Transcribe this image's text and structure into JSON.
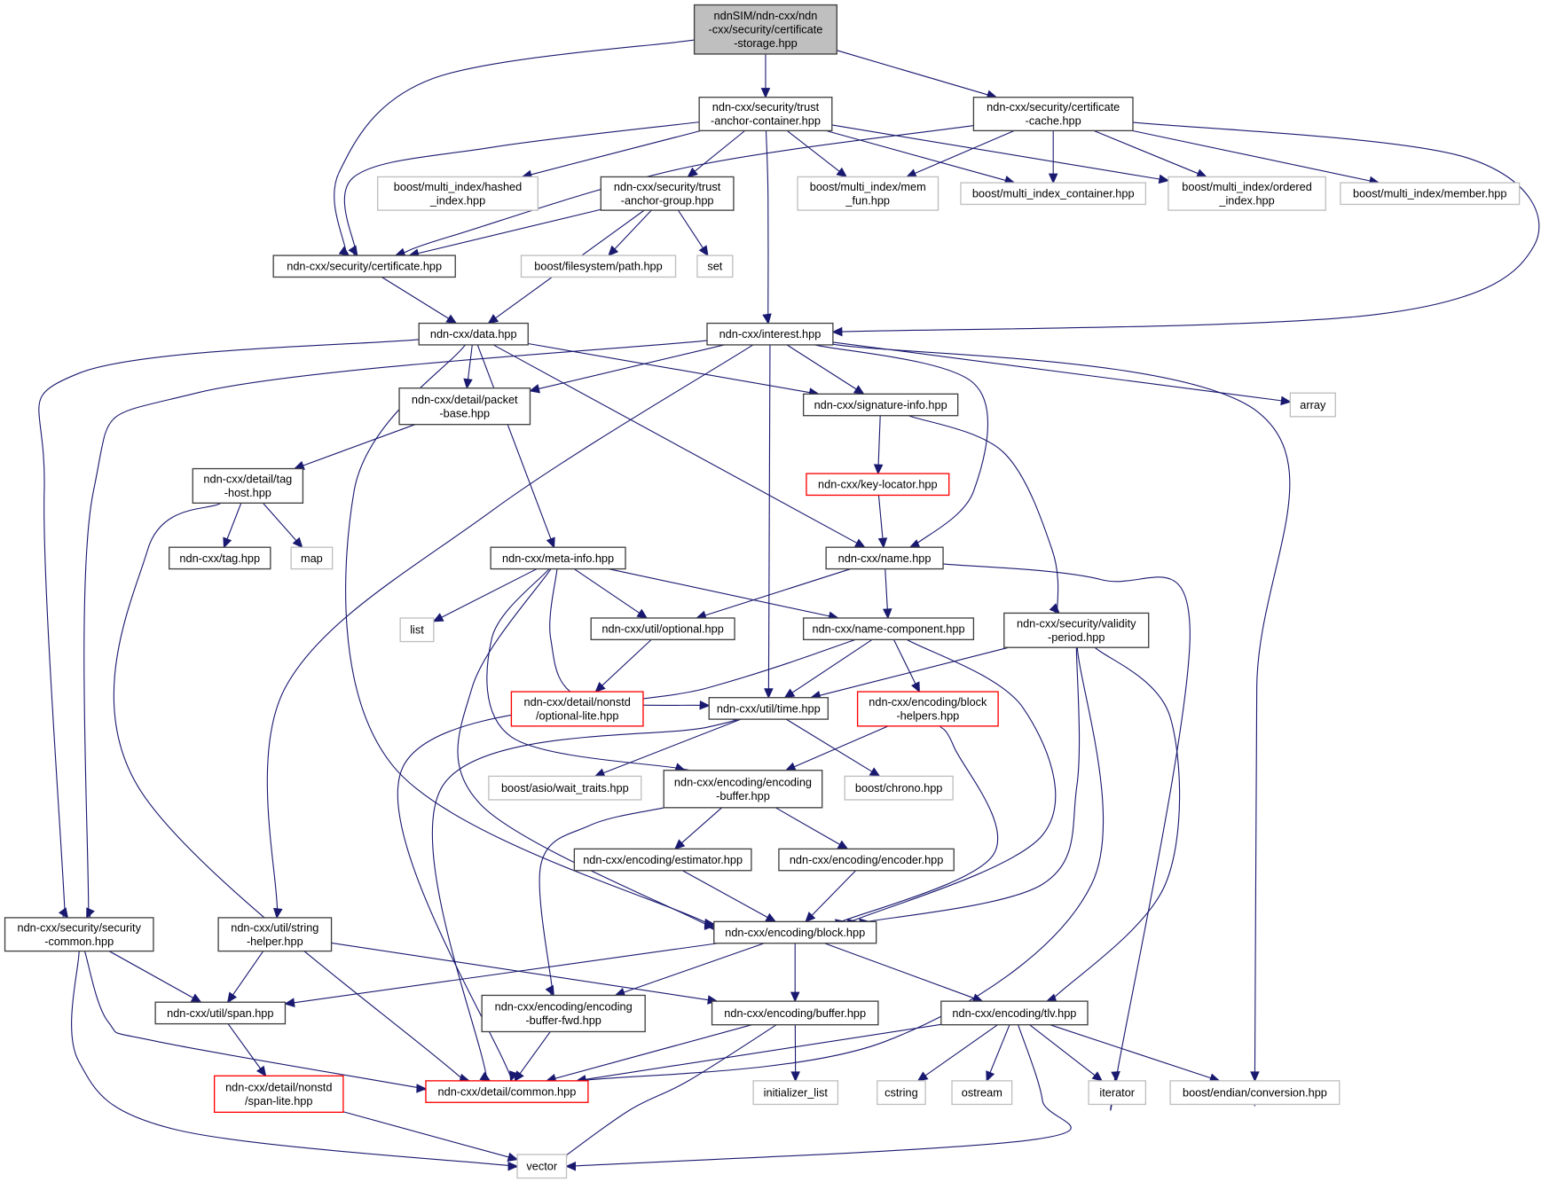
{
  "title": "Include dependency graph for ndnSIM/ndn-cxx/ndn-cxx/security/certificate-storage.hpp",
  "colors": {
    "edge": "#191970",
    "root_fill": "#bfbfbf",
    "documented_border": "#404040",
    "missing_border": "#ff0000",
    "external_border": "#bfbfbf"
  },
  "nodes": [
    {
      "id": "root",
      "kind": "root",
      "lines": [
        "ndnSIM/ndn-cxx/ndn",
        "-cxx/security/certificate",
        "-storage.hpp"
      ]
    },
    {
      "id": "tac",
      "kind": "doc",
      "lines": [
        "ndn-cxx/security/trust",
        "-anchor-container.hpp"
      ]
    },
    {
      "id": "ccache",
      "kind": "doc",
      "lines": [
        "ndn-cxx/security/certificate",
        "-cache.hpp"
      ]
    },
    {
      "id": "hashed",
      "kind": "ext",
      "lines": [
        "boost/multi_index/hashed",
        "_index.hpp"
      ]
    },
    {
      "id": "tag_group",
      "kind": "doc",
      "lines": [
        "ndn-cxx/security/trust",
        "-anchor-group.hpp"
      ]
    },
    {
      "id": "memfun",
      "kind": "ext",
      "lines": [
        "boost/multi_index/mem",
        "_fun.hpp"
      ]
    },
    {
      "id": "mic",
      "kind": "ext",
      "lines": [
        "boost/multi_index_container.hpp"
      ]
    },
    {
      "id": "ordered",
      "kind": "ext",
      "lines": [
        "boost/multi_index/ordered",
        "_index.hpp"
      ]
    },
    {
      "id": "member",
      "kind": "ext",
      "lines": [
        "boost/multi_index/member.hpp"
      ]
    },
    {
      "id": "cert",
      "kind": "doc",
      "lines": [
        "ndn-cxx/security/certificate.hpp"
      ]
    },
    {
      "id": "fspath",
      "kind": "ext",
      "lines": [
        "boost/filesystem/path.hpp"
      ]
    },
    {
      "id": "set",
      "kind": "ext",
      "lines": [
        "set"
      ]
    },
    {
      "id": "data",
      "kind": "doc",
      "lines": [
        "ndn-cxx/data.hpp"
      ]
    },
    {
      "id": "interest",
      "kind": "doc",
      "lines": [
        "ndn-cxx/interest.hpp"
      ]
    },
    {
      "id": "packetbase",
      "kind": "doc",
      "lines": [
        "ndn-cxx/detail/packet",
        "-base.hpp"
      ]
    },
    {
      "id": "siginfo",
      "kind": "doc",
      "lines": [
        "ndn-cxx/signature-info.hpp"
      ]
    },
    {
      "id": "array",
      "kind": "ext",
      "lines": [
        "array"
      ]
    },
    {
      "id": "taghost",
      "kind": "doc",
      "lines": [
        "ndn-cxx/detail/tag",
        "-host.hpp"
      ]
    },
    {
      "id": "keyloc",
      "kind": "missing",
      "lines": [
        "ndn-cxx/key-locator.hpp"
      ]
    },
    {
      "id": "tag",
      "kind": "doc",
      "lines": [
        "ndn-cxx/tag.hpp"
      ]
    },
    {
      "id": "map",
      "kind": "ext",
      "lines": [
        "map"
      ]
    },
    {
      "id": "metainfo",
      "kind": "doc",
      "lines": [
        "ndn-cxx/meta-info.hpp"
      ]
    },
    {
      "id": "name",
      "kind": "doc",
      "lines": [
        "ndn-cxx/name.hpp"
      ]
    },
    {
      "id": "list",
      "kind": "ext",
      "lines": [
        "list"
      ]
    },
    {
      "id": "optional",
      "kind": "doc",
      "lines": [
        "ndn-cxx/util/optional.hpp"
      ]
    },
    {
      "id": "namecomp",
      "kind": "doc",
      "lines": [
        "ndn-cxx/name-component.hpp"
      ]
    },
    {
      "id": "validity",
      "kind": "doc",
      "lines": [
        "ndn-cxx/security/validity",
        "-period.hpp"
      ]
    },
    {
      "id": "optlite",
      "kind": "missing",
      "lines": [
        "ndn-cxx/detail/nonstd",
        "/optional-lite.hpp"
      ]
    },
    {
      "id": "time",
      "kind": "doc",
      "lines": [
        "ndn-cxx/util/time.hpp"
      ]
    },
    {
      "id": "blockhelpers",
      "kind": "missing",
      "lines": [
        "ndn-cxx/encoding/block",
        "-helpers.hpp"
      ]
    },
    {
      "id": "waittraits",
      "kind": "ext",
      "lines": [
        "boost/asio/wait_traits.hpp"
      ]
    },
    {
      "id": "encbuf",
      "kind": "doc",
      "lines": [
        "ndn-cxx/encoding/encoding",
        "-buffer.hpp"
      ]
    },
    {
      "id": "chrono",
      "kind": "ext",
      "lines": [
        "boost/chrono.hpp"
      ]
    },
    {
      "id": "estimator",
      "kind": "doc",
      "lines": [
        "ndn-cxx/encoding/estimator.hpp"
      ]
    },
    {
      "id": "encoder",
      "kind": "doc",
      "lines": [
        "ndn-cxx/encoding/encoder.hpp"
      ]
    },
    {
      "id": "seccommon",
      "kind": "doc",
      "lines": [
        "ndn-cxx/security/security",
        "-common.hpp"
      ]
    },
    {
      "id": "strhelper",
      "kind": "doc",
      "lines": [
        "ndn-cxx/util/string",
        "-helper.hpp"
      ]
    },
    {
      "id": "block",
      "kind": "doc",
      "lines": [
        "ndn-cxx/encoding/block.hpp"
      ]
    },
    {
      "id": "span",
      "kind": "doc",
      "lines": [
        "ndn-cxx/util/span.hpp"
      ]
    },
    {
      "id": "encbuffwd",
      "kind": "doc",
      "lines": [
        "ndn-cxx/encoding/encoding",
        "-buffer-fwd.hpp"
      ]
    },
    {
      "id": "buffer",
      "kind": "doc",
      "lines": [
        "ndn-cxx/encoding/buffer.hpp"
      ]
    },
    {
      "id": "tlv",
      "kind": "doc",
      "lines": [
        "ndn-cxx/encoding/tlv.hpp"
      ]
    },
    {
      "id": "spanlite",
      "kind": "missing",
      "lines": [
        "ndn-cxx/detail/nonstd",
        "/span-lite.hpp"
      ]
    },
    {
      "id": "common",
      "kind": "missing",
      "lines": [
        "ndn-cxx/detail/common.hpp"
      ]
    },
    {
      "id": "initlist",
      "kind": "ext",
      "lines": [
        "initializer_list"
      ]
    },
    {
      "id": "cstring",
      "kind": "ext",
      "lines": [
        "cstring"
      ]
    },
    {
      "id": "ostream",
      "kind": "ext",
      "lines": [
        "ostream"
      ]
    },
    {
      "id": "iterator",
      "kind": "ext",
      "lines": [
        "iterator"
      ]
    },
    {
      "id": "endian",
      "kind": "ext",
      "lines": [
        "boost/endian/conversion.hpp"
      ]
    },
    {
      "id": "vector",
      "kind": "ext",
      "lines": [
        "vector"
      ]
    }
  ],
  "edges": [
    [
      "root",
      "cert"
    ],
    [
      "root",
      "tac"
    ],
    [
      "root",
      "ccache"
    ],
    [
      "tac",
      "cert"
    ],
    [
      "tac",
      "hashed"
    ],
    [
      "tac",
      "tag_group"
    ],
    [
      "tac",
      "memfun"
    ],
    [
      "tac",
      "mic"
    ],
    [
      "tac",
      "ordered"
    ],
    [
      "tac",
      "interest"
    ],
    [
      "ccache",
      "cert"
    ],
    [
      "ccache",
      "memfun"
    ],
    [
      "ccache",
      "mic"
    ],
    [
      "ccache",
      "ordered"
    ],
    [
      "ccache",
      "member"
    ],
    [
      "ccache",
      "interest"
    ],
    [
      "tag_group",
      "cert"
    ],
    [
      "tag_group",
      "data"
    ],
    [
      "tag_group",
      "fspath"
    ],
    [
      "tag_group",
      "set"
    ],
    [
      "cert",
      "data"
    ],
    [
      "data",
      "seccommon"
    ],
    [
      "data",
      "packetbase"
    ],
    [
      "data",
      "siginfo"
    ],
    [
      "data",
      "metainfo"
    ],
    [
      "data",
      "name"
    ],
    [
      "data",
      "block"
    ],
    [
      "interest",
      "seccommon"
    ],
    [
      "interest",
      "packetbase"
    ],
    [
      "interest",
      "strhelper"
    ],
    [
      "interest",
      "siginfo"
    ],
    [
      "interest",
      "name"
    ],
    [
      "interest",
      "time"
    ],
    [
      "interest",
      "array"
    ],
    [
      "interest",
      "endian"
    ],
    [
      "packetbase",
      "taghost"
    ],
    [
      "siginfo",
      "keyloc"
    ],
    [
      "siginfo",
      "validity"
    ],
    [
      "keyloc",
      "name"
    ],
    [
      "taghost",
      "tag"
    ],
    [
      "taghost",
      "map"
    ],
    [
      "taghost",
      "common"
    ],
    [
      "metainfo",
      "list"
    ],
    [
      "metainfo",
      "optional"
    ],
    [
      "metainfo",
      "namecomp"
    ],
    [
      "metainfo",
      "time"
    ],
    [
      "metainfo",
      "encbuf"
    ],
    [
      "metainfo",
      "block"
    ],
    [
      "name",
      "optional"
    ],
    [
      "name",
      "namecomp"
    ],
    [
      "name",
      "iterator"
    ],
    [
      "optional",
      "optlite"
    ],
    [
      "namecomp",
      "time"
    ],
    [
      "namecomp",
      "blockhelpers"
    ],
    [
      "namecomp",
      "common"
    ],
    [
      "namecomp",
      "block"
    ],
    [
      "validity",
      "time"
    ],
    [
      "validity",
      "block"
    ],
    [
      "validity",
      "tlv"
    ],
    [
      "validity",
      "common"
    ],
    [
      "time",
      "waittraits"
    ],
    [
      "time",
      "chrono"
    ],
    [
      "time",
      "common"
    ],
    [
      "blockhelpers",
      "encbuf"
    ],
    [
      "blockhelpers",
      "block"
    ],
    [
      "encbuf",
      "estimator"
    ],
    [
      "encbuf",
      "encoder"
    ],
    [
      "encbuf",
      "encbuffwd"
    ],
    [
      "estimator",
      "block"
    ],
    [
      "encoder",
      "block"
    ],
    [
      "seccommon",
      "span"
    ],
    [
      "seccommon",
      "common"
    ],
    [
      "seccommon",
      "vector"
    ],
    [
      "strhelper",
      "span"
    ],
    [
      "strhelper",
      "buffer"
    ],
    [
      "block",
      "span"
    ],
    [
      "block",
      "encbuffwd"
    ],
    [
      "block",
      "buffer"
    ],
    [
      "block",
      "tlv"
    ],
    [
      "span",
      "spanlite"
    ],
    [
      "spanlite",
      "vector"
    ],
    [
      "encbuffwd",
      "common"
    ],
    [
      "buffer",
      "common"
    ],
    [
      "buffer",
      "initlist"
    ],
    [
      "buffer",
      "vector"
    ],
    [
      "tlv",
      "common"
    ],
    [
      "tlv",
      "cstring"
    ],
    [
      "tlv",
      "ostream"
    ],
    [
      "tlv",
      "iterator"
    ],
    [
      "tlv",
      "endian"
    ],
    [
      "tlv",
      "vector"
    ]
  ]
}
